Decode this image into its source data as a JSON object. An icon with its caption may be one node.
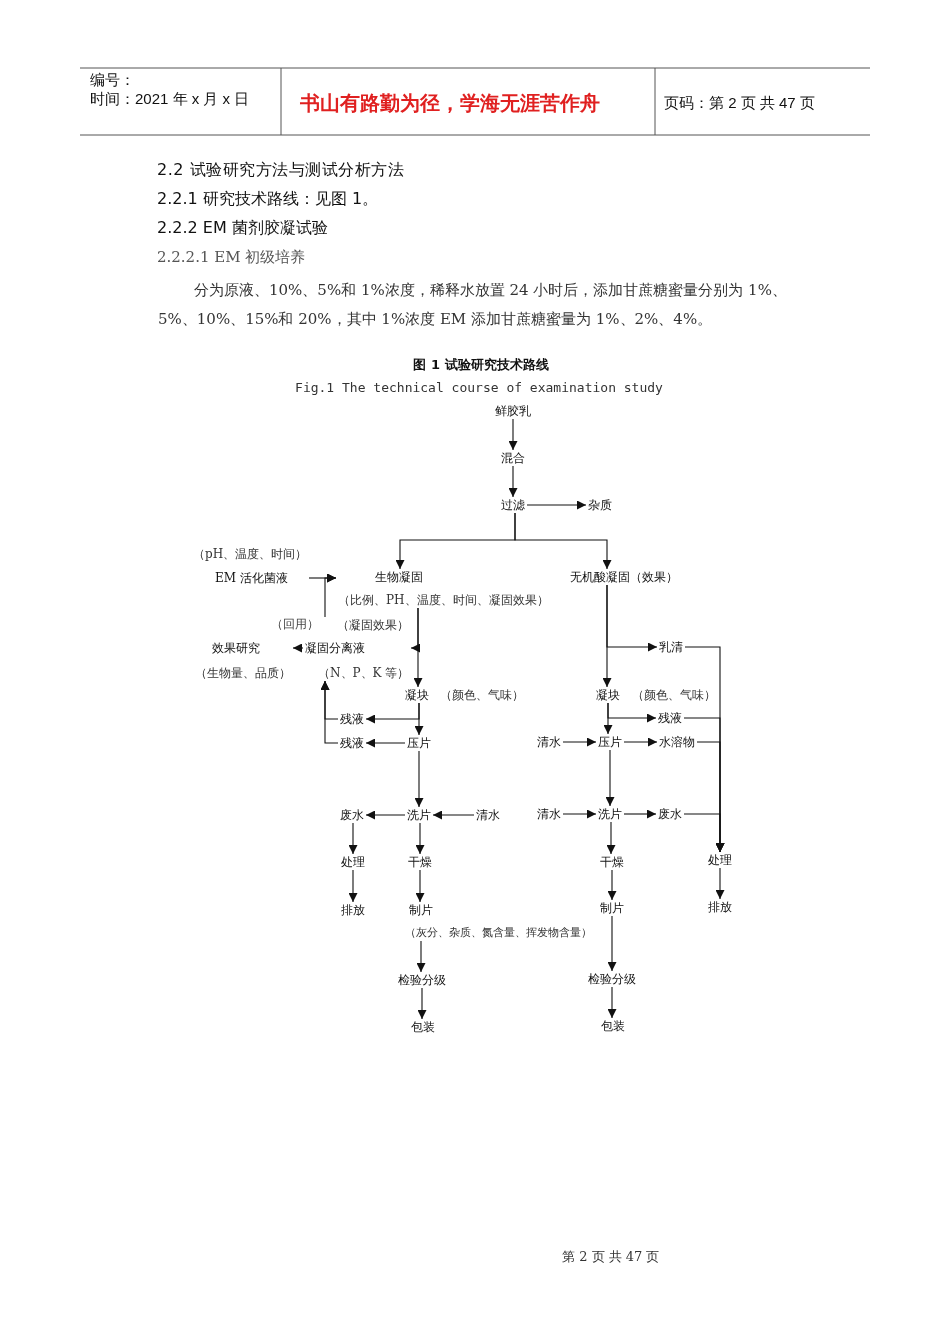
{
  "diagram": {
    "title": "图 1 试验研究技术路线",
    "caption": "Fig.1 The technical course of examination study",
    "nodes": [
      {
        "text": [
          "鲜胶乳"
        ]
      },
      {
        "text": [
          "混合"
        ]
      },
      {
        "text": [
          "过滤"
        ]
      },
      {
        "text": [
          "杂质"
        ]
      },
      {
        "text": [
          "EM 活化菌液"
        ],
        "beside": [
          "（pH、温度、时间）"
        ]
      },
      {
        "text": [
          "生物凝固"
        ],
        "beside": [
          "（比例、PH、温度、时间、凝固效果）"
        ]
      },
      {
        "text": [
          "无机酸凝固（效果）"
        ]
      },
      {
        "text": [
          "效果研究"
        ],
        "beside": [
          "（生物量、品质）"
        ]
      },
      {
        "text": [
          "凝固分离液"
        ],
        "beside": [
          "（凝固效果）",
          "（N、P、K 等）"
        ]
      },
      {
        "text": [
          "乳清"
        ]
      },
      {
        "text": [
          "凝块"
        ],
        "beside": [
          "（颜色、气味）"
        ]
      },
      {
        "text": [
          "凝块"
        ],
        "beside": [
          "（颜色、气味）"
        ]
      },
      {
        "text": [
          "残液"
        ]
      },
      {
        "text": [
          "残液"
        ]
      },
      {
        "text": [
          "残液"
        ]
      },
      {
        "text": [
          "压片"
        ]
      },
      {
        "text": [
          "清水"
        ]
      },
      {
        "text": [
          "压片"
        ]
      },
      {
        "text": [
          "水溶物"
        ]
      },
      {
        "text": [
          "废水"
        ]
      },
      {
        "text": [
          "洗片"
        ]
      },
      {
        "text": [
          "清水"
        ]
      },
      {
        "text": [
          "清水"
        ]
      },
      {
        "text": [
          "洗片"
        ]
      },
      {
        "text": [
          "废水"
        ]
      },
      {
        "text": [
          "处理"
        ]
      },
      {
        "text": [
          "干燥"
        ]
      },
      {
        "text": [
          "干燥"
        ]
      },
      {
        "text": [
          "处理"
        ]
      },
      {
        "text": [
          "排放"
        ]
      },
      {
        "text": [
          "制片"
        ],
        "beside": [
          "（灰分、杂质、氮含量、挥发物含量）"
        ]
      },
      {
        "text": [
          "制片"
        ]
      },
      {
        "text": [
          "排放"
        ]
      },
      {
        "text": [
          "检验分级"
        ]
      },
      {
        "text": [
          "检验分级"
        ]
      },
      {
        "text": [
          "包装"
        ]
      },
      {
        "text": [
          "包装"
        ]
      }
    ],
    "edges": [
      {
        "from": 0,
        "to": 1,
        "arrow": "to"
      },
      {
        "from": 1,
        "to": 2,
        "arrow": "to"
      },
      {
        "from": 2,
        "to": 3,
        "arrow": "to"
      },
      {
        "from": 2,
        "to": 5,
        "arrow": "to"
      },
      {
        "from": 2,
        "to": 6,
        "arrow": "to"
      },
      {
        "from": 4,
        "to": 5,
        "arrow": "to"
      },
      {
        "from": 8,
        "to": 5,
        "arrow": "to",
        "label": "（回用）"
      },
      {
        "from": 5,
        "to": 8,
        "arrow": "to"
      },
      {
        "from": 5,
        "to": 10,
        "arrow": "to"
      },
      {
        "from": 8,
        "to": 7,
        "arrow": "to"
      },
      {
        "from": 12,
        "to": 8,
        "arrow": "to"
      },
      {
        "from": 14,
        "to": 8,
        "arrow": "to"
      },
      {
        "from": 10,
        "to": 15,
        "arrow": "to"
      },
      {
        "from": 10,
        "to": 12,
        "arrow": "to"
      },
      {
        "from": 15,
        "to": 14,
        "arrow": "to"
      },
      {
        "from": 15,
        "to": 20,
        "arrow": "to"
      },
      {
        "from": 21,
        "to": 20,
        "arrow": "to"
      },
      {
        "from": 20,
        "to": 19,
        "arrow": "to"
      },
      {
        "from": 19,
        "to": 25,
        "arrow": "to"
      },
      {
        "from": 25,
        "to": 29,
        "arrow": "to"
      },
      {
        "from": 20,
        "to": 26,
        "arrow": "to"
      },
      {
        "from": 26,
        "to": 30,
        "arrow": "to"
      },
      {
        "from": 30,
        "to": 33,
        "arrow": "to"
      },
      {
        "from": 33,
        "to": 35,
        "arrow": "to"
      },
      {
        "from": 6,
        "to": 11,
        "arrow": "to"
      },
      {
        "from": 6,
        "to": 9,
        "arrow": "to"
      },
      {
        "from": 11,
        "to": 17,
        "arrow": "to"
      },
      {
        "from": 11,
        "to": 13,
        "arrow": "to"
      },
      {
        "from": 16,
        "to": 17,
        "arrow": "to"
      },
      {
        "from": 17,
        "to": 18,
        "arrow": "to"
      },
      {
        "from": 17,
        "to": 23,
        "arrow": "to"
      },
      {
        "from": 22,
        "to": 23,
        "arrow": "to"
      },
      {
        "from": 23,
        "to": 24,
        "arrow": "to"
      },
      {
        "from": 23,
        "to": 27,
        "arrow": "to"
      },
      {
        "from": 27,
        "to": 31,
        "arrow": "to"
      },
      {
        "from": 31,
        "to": 34,
        "arrow": "to"
      },
      {
        "from": 34,
        "to": 36,
        "arrow": "to"
      },
      {
        "from": 9,
        "to": 28,
        "arrow": "to"
      },
      {
        "from": 13,
        "to": 28,
        "arrow": "to"
      },
      {
        "from": 18,
        "to": 28,
        "arrow": "to"
      },
      {
        "from": 24,
        "to": 28,
        "arrow": "to"
      },
      {
        "from": 28,
        "to": 32,
        "arrow": "to"
      }
    ],
    "labels": [
      "编号：",
      "时间：2021 年 x 月 x 日",
      "书山有路勤为径，学海无涯苦作舟",
      "页码：第 2 页  共 47 页",
      "2.2 试验研究方法与测试分析方法",
      "2.2.1 研究技术路线：见图 1。",
      "2.2.2 EM 菌剂胶凝试验",
      "2.2.2.1 EM 初级培养",
      "分为原液、10%、5%和 1%浓度，稀释水放置 24 小时后，添加甘蔗糖蜜量分别为 1%、5%、10%、15%和 20%，其中 1%浓度 EM 添加甘蔗糖蜜量为 1%、2%、4%。",
      "第 2 页 共 47 页"
    ]
  }
}
